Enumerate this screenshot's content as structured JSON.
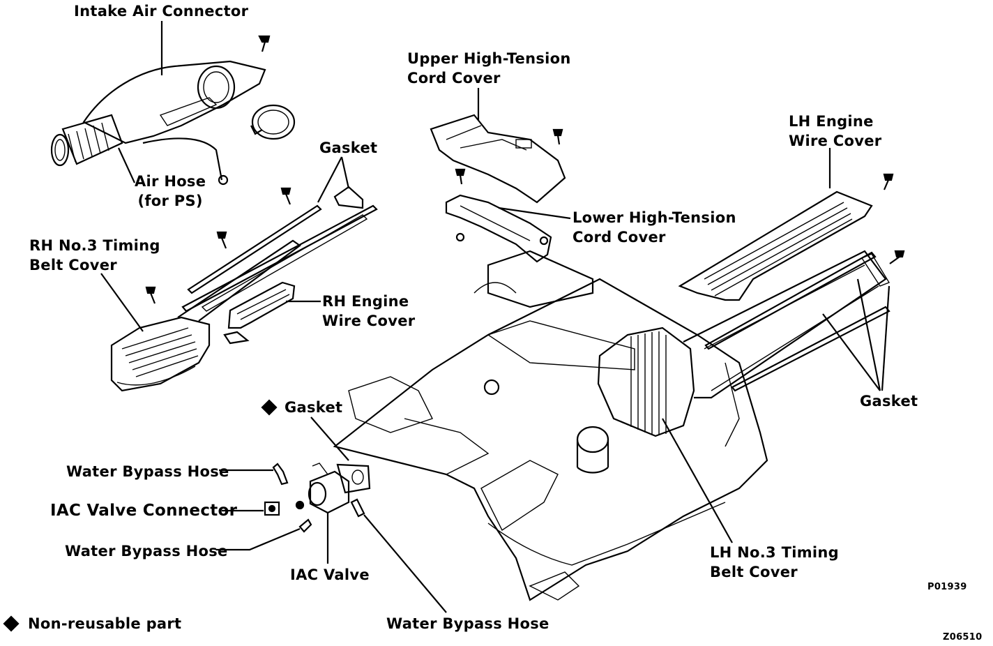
{
  "labels": {
    "intake_air_connector": "Intake Air Connector",
    "air_hose": "Air Hose\n(for PS)",
    "gasket_top": "Gasket",
    "rh_no3_timing_belt_cover": "RH No.3 Timing\nBelt Cover",
    "rh_engine_wire_cover": "RH Engine\nWire Cover",
    "upper_ht_cord_cover": "Upper High-Tension\nCord Cover",
    "lower_ht_cord_cover": "Lower High-Tension\nCord Cover",
    "lh_engine_wire_cover": "LH Engine\nWire Cover",
    "gasket_right": "Gasket",
    "gasket_iac": "Gasket",
    "water_bypass_hose_1": "Water Bypass Hose",
    "iac_valve_connector": "IAC Valve Connector",
    "water_bypass_hose_2": "Water Bypass Hose",
    "iac_valve": "IAC Valve",
    "water_bypass_hose_3": "Water Bypass Hose",
    "lh_no3_timing_belt_cover": "LH No.3 Timing\nBelt Cover",
    "legend_text": "Non-reusable part"
  },
  "codes": {
    "figure_code": "P01939",
    "drawing_code": "Z06510"
  },
  "colors": {
    "ink": "#000000",
    "paper": "#ffffff"
  }
}
